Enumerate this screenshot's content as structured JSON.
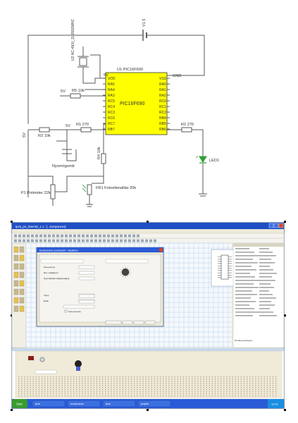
{
  "schematic": {
    "battery_label": "V1 5",
    "crystal_label": "U2 HC-49/U_11.0592MHZ",
    "mcu_ref": "U1 PIC16F690",
    "mcu_name": "PIC16F690",
    "pins_left": [
      "VDD",
      "RA5",
      "RA4",
      "RA3",
      "RC5",
      "RC4",
      "RC3",
      "RC6",
      "RC7",
      "RB7"
    ],
    "pins_right": [
      "VSS",
      "RA0",
      "RA1",
      "RA2",
      "RC0",
      "RC1",
      "RC2",
      "RB4",
      "RB5",
      "RB6"
    ],
    "vdd_label": "5V",
    "gnd_label": "GND",
    "supply_labels": [
      "5V",
      "5V",
      "5V"
    ],
    "r5_label": "R5 10k",
    "r1_label": "R1 270",
    "r3_label": "R3 10k",
    "r4_label": "R4 10k",
    "r2_label": "R2 270",
    "button_label": "Nyomógomb",
    "led_label": "LED1",
    "pot_label": "P1 Potméter 22k",
    "ldr_label": "FR1 Fotoellenállás 20k"
  },
  "screenshot": {
    "window_title": "tpcb_pic_kiserleti_1.1 - [...komponens]",
    "dialog_title": "Komponens szerkesztő - Nyákterv",
    "dialog_fields": [
      "Komponens",
      "Ref. csatlakozó",
      "Nyomtatható tulajdonságok",
      "Típus",
      "Érték"
    ],
    "checkbox_label": "Folio ismerés",
    "status_text": "RS Bluetoothinjekt...",
    "start_label": "Start",
    "taskbar_items": [
      "tpcb",
      "komponens",
      "tpcb",
      "projekt"
    ],
    "clock": "12:03"
  }
}
